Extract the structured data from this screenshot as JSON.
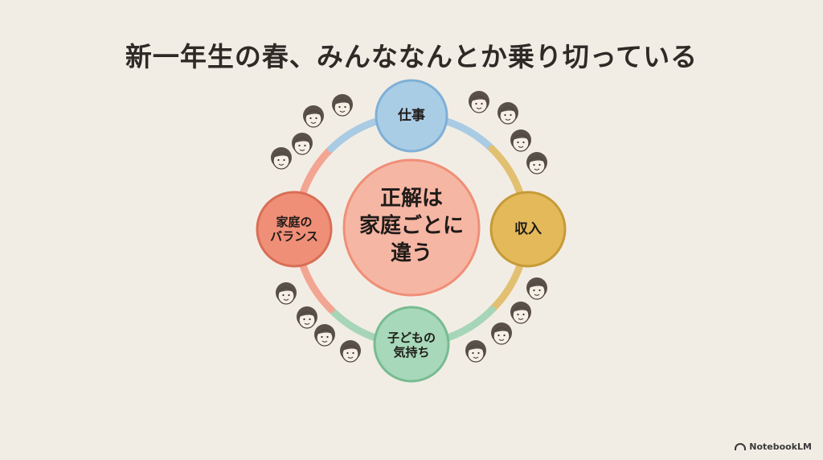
{
  "title": "新一年生の春、みんななんとか乗り切っている",
  "center": {
    "line1": "正解は",
    "line2": "家庭ごとに",
    "line3": "違う"
  },
  "nodes": {
    "top": {
      "label": "仕事",
      "color": "#aacde6"
    },
    "right": {
      "label": "収入",
      "color": "#e3b95a"
    },
    "bottom": {
      "line1": "子どもの",
      "line2": "気持ち",
      "color": "#a6d8b9"
    },
    "left": {
      "line1": "家庭の",
      "line2": "バランス",
      "color": "#f08f78"
    }
  },
  "center_color": "#f6b6a4",
  "footer": {
    "brand": "NotebookLM"
  }
}
